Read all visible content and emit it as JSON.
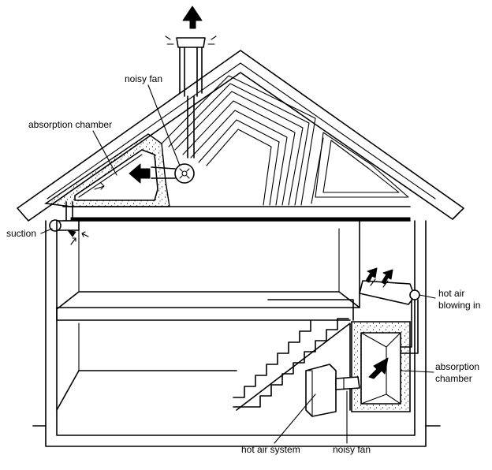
{
  "labels": {
    "noisy_fan_top": "noisy fan",
    "absorption_chamber_top": "absorption chamber",
    "suction": "suction",
    "hot_air_line1": "hot air",
    "hot_air_line2": "blowing in",
    "absorption_chamber_right_line1": "absorption",
    "absorption_chamber_right_line2": "chamber",
    "hot_air_system": "hot air system",
    "noisy_fan_bottom": "noisy fan"
  },
  "colors": {
    "line": "#000000",
    "background": "#ffffff"
  }
}
